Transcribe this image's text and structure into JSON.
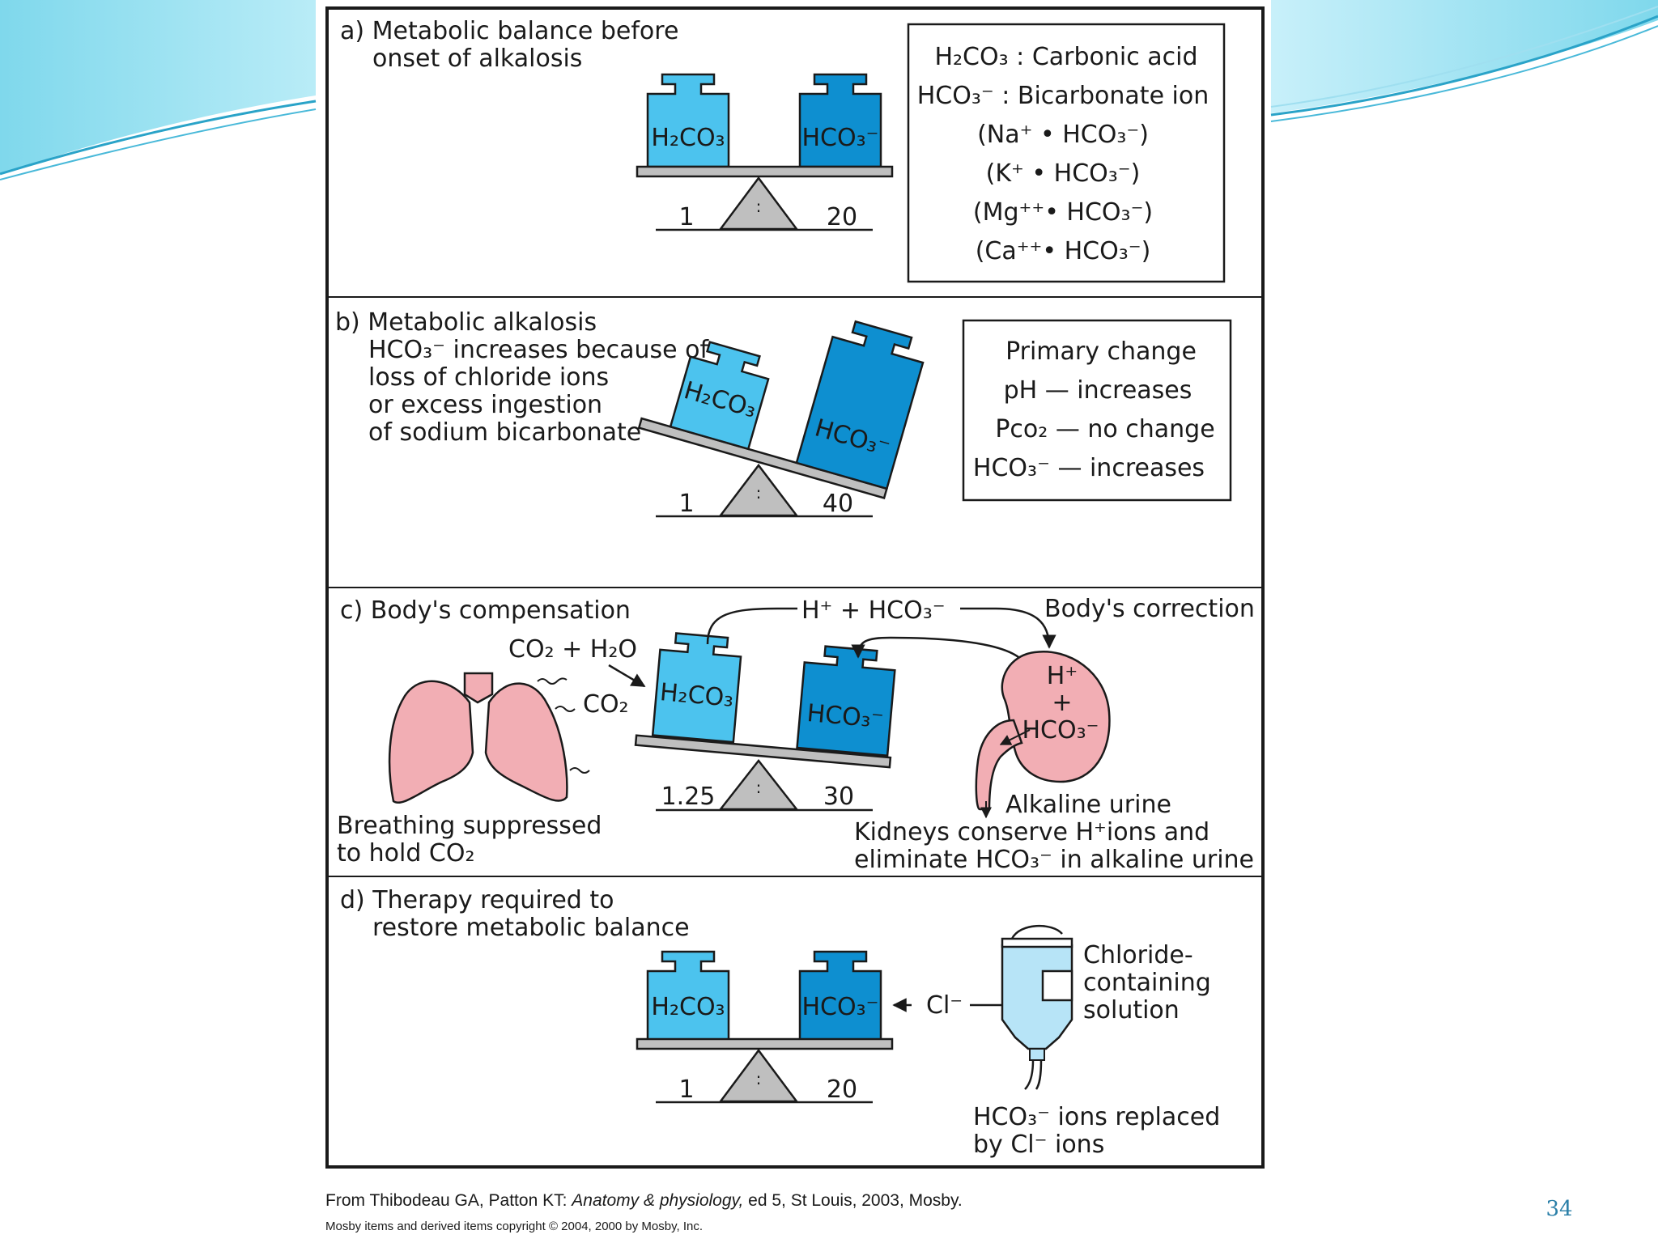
{
  "panel_a": {
    "title_line1": "a) Metabolic balance before",
    "title_line2": "onset of alkalosis",
    "left_weight_label": "H₂CO₃",
    "right_weight_label": "HCO₃⁻",
    "left_ratio": "1",
    "right_ratio": "20",
    "legend": [
      "H₂CO₃ : Carbonic acid",
      "HCO₃⁻ : Bicarbonate ion",
      "(Na⁺ • HCO₃⁻)",
      "(K⁺ • HCO₃⁻)",
      "(Mg⁺⁺• HCO₃⁻)",
      "(Ca⁺⁺• HCO₃⁻)"
    ]
  },
  "panel_b": {
    "title_lines": [
      "b) Metabolic alkalosis",
      "HCO₃⁻ increases because of",
      "loss of chloride ions",
      "or excess ingestion",
      "of sodium bicarbonate"
    ],
    "left_weight_label": "H₂CO₃",
    "right_weight_label": "HCO₃⁻",
    "left_ratio": "1",
    "right_ratio": "40",
    "change_box": [
      "Primary change",
      "pH — increases",
      "Pco₂ — no change",
      "HCO₃⁻ — increases"
    ]
  },
  "panel_c": {
    "title": "c) Body's compensation",
    "co2_h2o": "CO₂ + H₂O",
    "co2": "CO₂",
    "h_hco3": "H⁺ + HCO₃⁻",
    "body_correction": "Body's correction",
    "kidney_h": "H⁺",
    "kidney_plus": "+",
    "kidney_hco3": "HCO₃⁻",
    "left_weight_label": "H₂CO₃",
    "right_weight_label": "HCO₃⁻",
    "left_ratio": "1.25",
    "right_ratio": "30",
    "alkaline_urine": "Alkaline urine",
    "breathing_line1": "Breathing suppressed",
    "breathing_line2": "to hold CO₂",
    "kidneys_line1": "Kidneys conserve H⁺ions and",
    "kidneys_line2": "eliminate HCO₃⁻ in alkaline urine"
  },
  "panel_d": {
    "title_line1": "d) Therapy required to",
    "title_line2": "restore metabolic balance",
    "left_weight_label": "H₂CO₃",
    "right_weight_label": "HCO₃⁻",
    "cl_label": "Cl⁻",
    "left_ratio": "1",
    "right_ratio": "20",
    "solution_lines": [
      "Chloride-",
      "containing",
      "solution"
    ],
    "replaced_line1": "HCO₃⁻ ions replaced",
    "replaced_line2": "by Cl⁻ ions"
  },
  "citation": {
    "prefix": "From Thibodeau GA, Patton KT: ",
    "book": "Anatomy & physiology,",
    "suffix": " ed 5, St Louis, 2003, Mosby.",
    "copyright": "Mosby items and derived items copyright © 2004, 2000 by Mosby, Inc."
  },
  "page_number": "34",
  "colors": {
    "h2co3_weight": "#4cc3ee",
    "hco3_weight": "#0e8fd0",
    "lung": "#f2aeb4",
    "kidney": "#f2aeb4",
    "fulcrum": "#bfbfbf",
    "bag": "#b7e4f7"
  }
}
